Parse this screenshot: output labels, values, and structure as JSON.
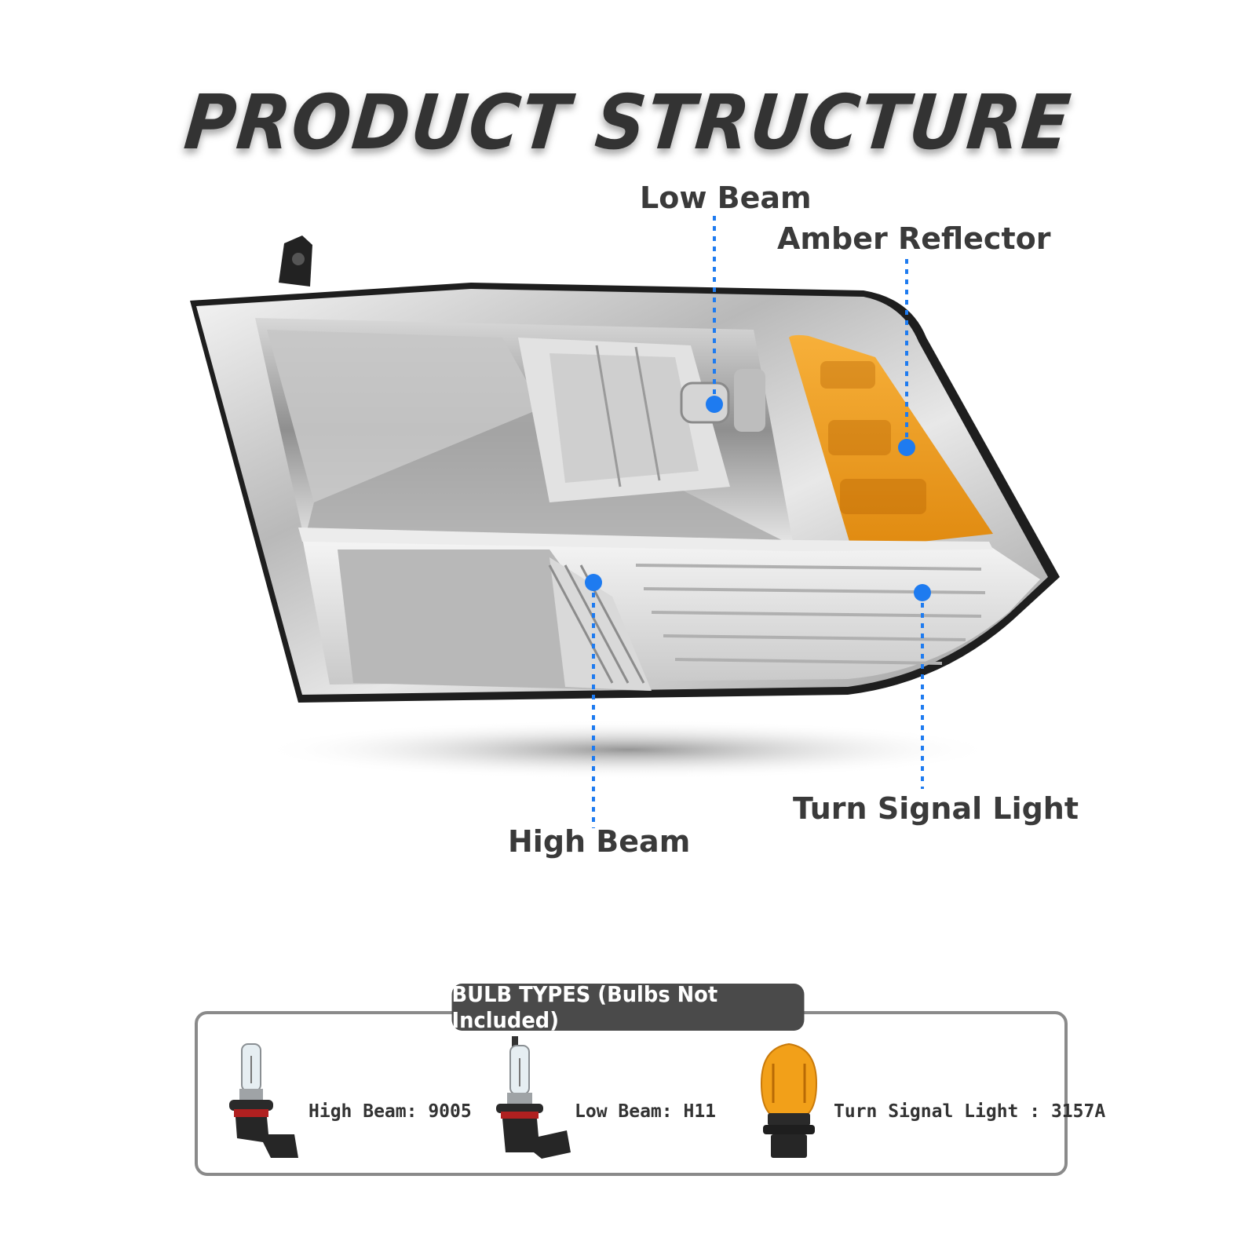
{
  "title": "PRODUCT STRUCTURE",
  "callouts": {
    "low_beam": "Low Beam",
    "amber_reflector": "Amber Reflector",
    "high_beam": "High Beam",
    "turn_signal": "Turn Signal Light"
  },
  "bulb_types": {
    "header": "BULB TYPES (Bulbs Not Included)",
    "items": [
      {
        "label": "High Beam: 9005",
        "icon": "halogen-9005-bulb-icon"
      },
      {
        "label": "Low Beam: H11",
        "icon": "halogen-h11-bulb-icon"
      },
      {
        "label": "Turn Signal Light : 3157A",
        "icon": "amber-3157a-bulb-icon"
      }
    ]
  },
  "colors": {
    "callout_dot": "#1e7bf0",
    "amber": "#f2a019",
    "title_text": "#333333",
    "panel_border": "#8a8a8a",
    "header_bg": "#4a4a4a"
  }
}
